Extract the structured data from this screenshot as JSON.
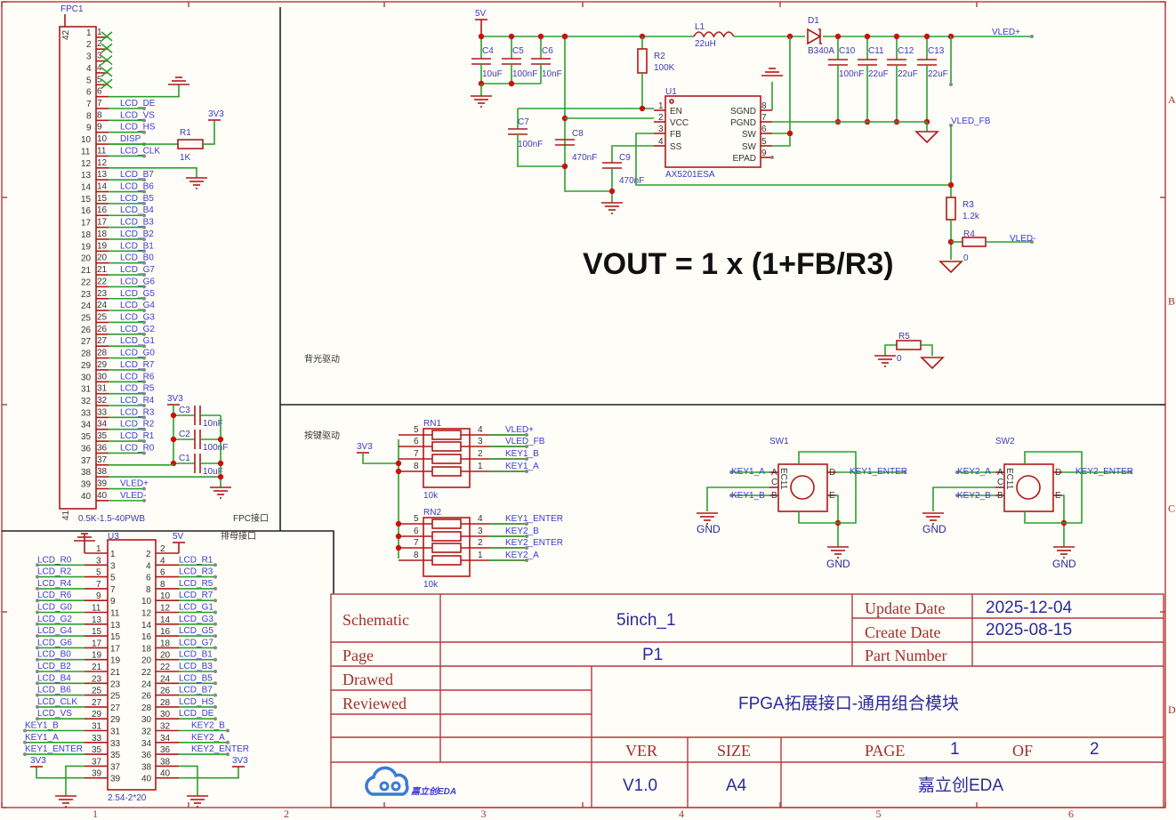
{
  "frame": {
    "columns": [
      "1",
      "2",
      "3",
      "4",
      "5",
      "6"
    ],
    "rows": [
      "A",
      "B",
      "C",
      "D"
    ]
  },
  "fpc": {
    "ref": "FPC1",
    "footprint": "0.5K-1.5-40PWB",
    "section_label": "FPC接口",
    "pin_top": "42",
    "pin_bottom": "41",
    "nets": [
      "",
      "",
      "",
      "",
      "",
      "",
      "LCD_DE",
      "LCD_VS",
      "LCD_HS",
      "DISP",
      "LCD_CLK",
      "",
      "LCD_B7",
      "LCD_B6",
      "LCD_B5",
      "LCD_B4",
      "LCD_B3",
      "LCD_B2",
      "LCD_B1",
      "LCD_B0",
      "LCD_G7",
      "LCD_G6",
      "LCD_G5",
      "LCD_G4",
      "LCD_G3",
      "LCD_G2",
      "LCD_G1",
      "LCD_G0",
      "LCD_R7",
      "LCD_R6",
      "LCD_R5",
      "LCD_R4",
      "LCD_R3",
      "LCD_R2",
      "LCD_R1",
      "LCD_R0",
      "",
      "",
      "VLED+",
      "VLED-"
    ],
    "r1": {
      "ref": "R1",
      "value": "1K",
      "power": "3V3"
    },
    "caps": [
      {
        "ref": "C3",
        "value": "10nF"
      },
      {
        "ref": "C2",
        "value": "100nF"
      },
      {
        "ref": "C1",
        "value": "10uF"
      }
    ],
    "cap_power": "3V3"
  },
  "header": {
    "ref": "U3",
    "footprint": "2.54-2*20",
    "section_label": "排母接口",
    "power_5v": "5V",
    "power_3v3": "3V3",
    "left_nets": [
      "",
      "LCD_R0",
      "LCD_R2",
      "LCD_R4",
      "LCD_R6",
      "LCD_G0",
      "LCD_G2",
      "LCD_G4",
      "LCD_G6",
      "LCD_B0",
      "LCD_B2",
      "LCD_B4",
      "LCD_B6",
      "LCD_CLK",
      "LCD_VS",
      "KEY1_B",
      "KEY1_A",
      "KEY1_ENTER",
      "",
      ""
    ],
    "right_nets": [
      "",
      "LCD_R1",
      "LCD_R3",
      "LCD_R5",
      "LCD_R7",
      "LCD_G1",
      "LCD_G3",
      "LCD_G5",
      "LCD_G7",
      "LCD_B1",
      "LCD_B3",
      "LCD_B5",
      "LCD_B7",
      "LCD_HS",
      "LCD_DE",
      "KEY2_B",
      "KEY2_A",
      "KEY2_ENTER",
      "",
      ""
    ]
  },
  "backlight": {
    "section_label": "背光驱动",
    "power": "5V",
    "input_caps": [
      {
        "ref": "C4",
        "value": "10uF"
      },
      {
        "ref": "C5",
        "value": "100nF"
      },
      {
        "ref": "C6",
        "value": "10nF"
      }
    ],
    "l1": {
      "ref": "L1",
      "value": "22uH"
    },
    "r2": {
      "ref": "R2",
      "value": "100K"
    },
    "d1": {
      "ref": "D1",
      "value": "B340A"
    },
    "output_caps": [
      {
        "ref": "C10",
        "value": "100nF"
      },
      {
        "ref": "C11",
        "value": "22uF"
      },
      {
        "ref": "C12",
        "value": "22uF"
      },
      {
        "ref": "C13",
        "value": "22uF"
      }
    ],
    "c7": {
      "ref": "C7",
      "value": "100nF"
    },
    "c8": {
      "ref": "C8",
      "value": "470nF"
    },
    "c9": {
      "ref": "C9",
      "value": "470nF"
    },
    "u1": {
      "ref": "U1",
      "part": "AX5201ESA",
      "left_pins": [
        {
          "num": "1",
          "name": "EN"
        },
        {
          "num": "2",
          "name": "VCC"
        },
        {
          "num": "3",
          "name": "FB"
        },
        {
          "num": "4",
          "name": "SS"
        }
      ],
      "right_pins": [
        {
          "num": "8",
          "name": "SGND"
        },
        {
          "num": "7",
          "name": "PGND"
        },
        {
          "num": "6",
          "name": "SW"
        },
        {
          "num": "5",
          "name": "SW"
        },
        {
          "num": "9",
          "name": "EPAD"
        }
      ]
    },
    "r3": {
      "ref": "R3",
      "value": "1.2k"
    },
    "r4": {
      "ref": "R4",
      "value": "0"
    },
    "r5": {
      "ref": "R5",
      "value": "0"
    },
    "nets": {
      "vled_plus": "VLED+",
      "vled_fb": "VLED_FB",
      "vled_minus": "VLED-"
    },
    "formula": "VOUT = 1 x (1+FB/R3)"
  },
  "keys": {
    "section_label": "按键驱动",
    "power": "3V3",
    "rn1": {
      "ref": "RN1",
      "value": "10k",
      "left_pins": [
        "5",
        "6",
        "7",
        "8"
      ],
      "right_pins": [
        "4",
        "3",
        "2",
        "1"
      ],
      "nets": [
        "VLED+",
        "VLED_FB",
        "KEY1_B",
        "KEY1_A"
      ]
    },
    "rn2": {
      "ref": "RN2",
      "value": "10k",
      "left_pins": [
        "5",
        "6",
        "7",
        "8"
      ],
      "right_pins": [
        "4",
        "3",
        "2",
        "1"
      ],
      "nets": [
        "KEY1_ENTER",
        "KEY2_B",
        "KEY2_ENTER",
        "KEY2_A"
      ]
    },
    "switches": [
      {
        "ref": "SW1",
        "part": "EC11",
        "nets": {
          "a": "KEY1_A",
          "b": "KEY1_B",
          "d": "KEY1_ENTER"
        },
        "pins": {
          "a": "A",
          "b": "B",
          "c": "C",
          "d": "D",
          "e": "E"
        },
        "gnd1": "GND",
        "gnd2": "GND"
      },
      {
        "ref": "SW2",
        "part": "EC11",
        "nets": {
          "a": "KEY2_A",
          "b": "KEY2_B",
          "d": "KEY2_ENTER"
        },
        "pins": {
          "a": "A",
          "b": "B",
          "c": "C",
          "d": "D",
          "e": "E"
        },
        "gnd1": "GND",
        "gnd2": "GND"
      }
    ]
  },
  "title_block": {
    "schematic_label": "Schematic",
    "schematic_value": "5inch_1",
    "update_date_label": "Update Date",
    "update_date": "2025-12-04",
    "create_date_label": "Create Date",
    "create_date": "2025-08-15",
    "page_label": "Page",
    "page_value": "P1",
    "part_number_label": "Part Number",
    "part_number": "",
    "drawed_label": "Drawed",
    "reviewed_label": "Reviewed",
    "project": "FPGA拓展接口-通用组合模块",
    "ver_label": "VER",
    "ver": "V1.0",
    "size_label": "SIZE",
    "size": "A4",
    "page_of_label": "PAGE",
    "page_num": "1",
    "of_label": "OF",
    "page_total": "2",
    "company": "嘉立创EDA",
    "logo_text": "嘉立创EDA",
    "logo_color": "#3a7bd5"
  },
  "colors": {
    "wire": "#2ca02c",
    "component": "#b01818",
    "net_label": "#3a3ad8",
    "frame": "#a0302a"
  }
}
